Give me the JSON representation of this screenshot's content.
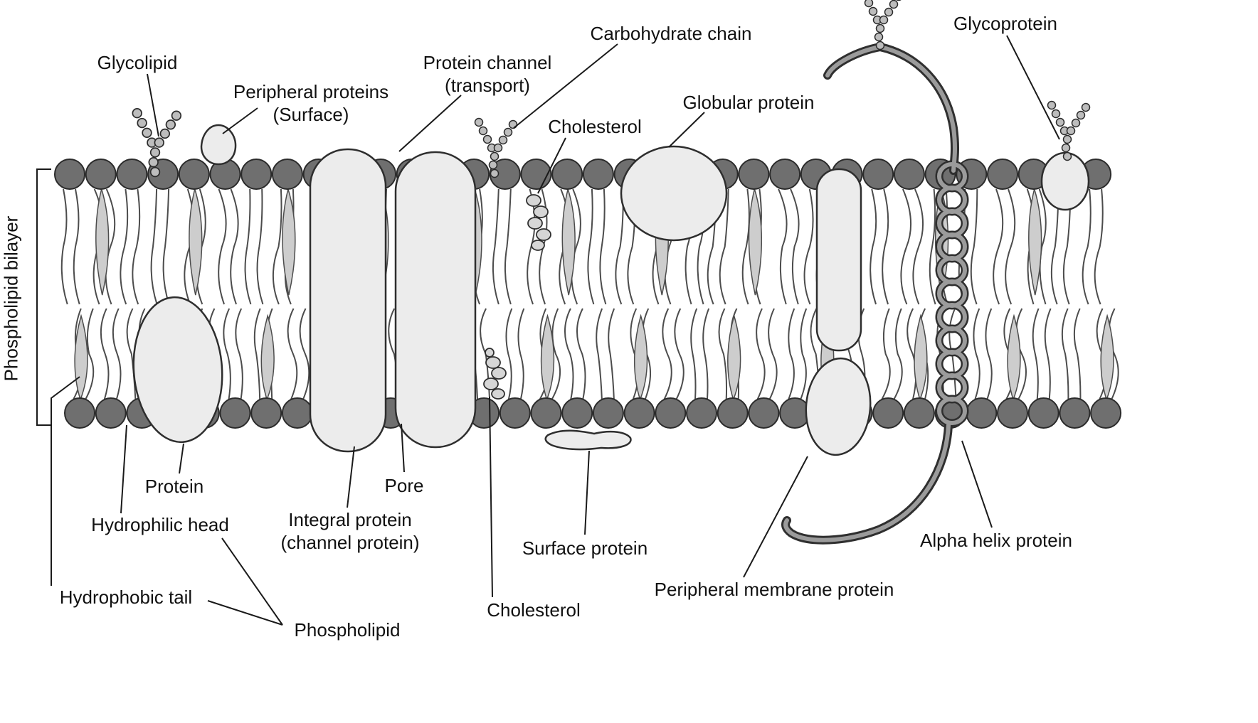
{
  "labels": {
    "glycolipid": "Glycolipid",
    "peripheral_proteins_line1": "Peripheral proteins",
    "peripheral_proteins_line2": "(Surface)",
    "protein_channel_line1": "Protein channel",
    "protein_channel_line2": "(transport)",
    "carbohydrate_chain": "Carbohydrate chain",
    "cholesterol_top": "Cholesterol",
    "globular_protein": "Globular protein",
    "glycoprotein": "Glycoprotein",
    "phospholipid_bilayer": "Phospholipid bilayer",
    "protein": "Protein",
    "hydrophilic_head": "Hydrophilic head",
    "integral_protein_line1": "Integral protein",
    "integral_protein_line2": "(channel protein)",
    "pore": "Pore",
    "surface_protein": "Surface protein",
    "cholesterol_bottom": "Cholesterol",
    "peripheral_membrane_protein": "Peripheral membrane protein",
    "alpha_helix_protein": "Alpha helix protein",
    "hydrophobic_tail": "Hydrophobic tail",
    "phospholipid": "Phospholipid"
  },
  "colors": {
    "background": "#ffffff",
    "head_gray": "#6f6f6f",
    "outline": "#2b2b2b",
    "tail_stroke": "#4c4c4c",
    "leaf_fill": "#cdcdcd",
    "protein_fill": "#ececec",
    "bead_fill": "#bdbdbd",
    "helix_dark": "#2f2f2f",
    "helix_light": "#9b9b9b",
    "label_text": "#111111"
  }
}
